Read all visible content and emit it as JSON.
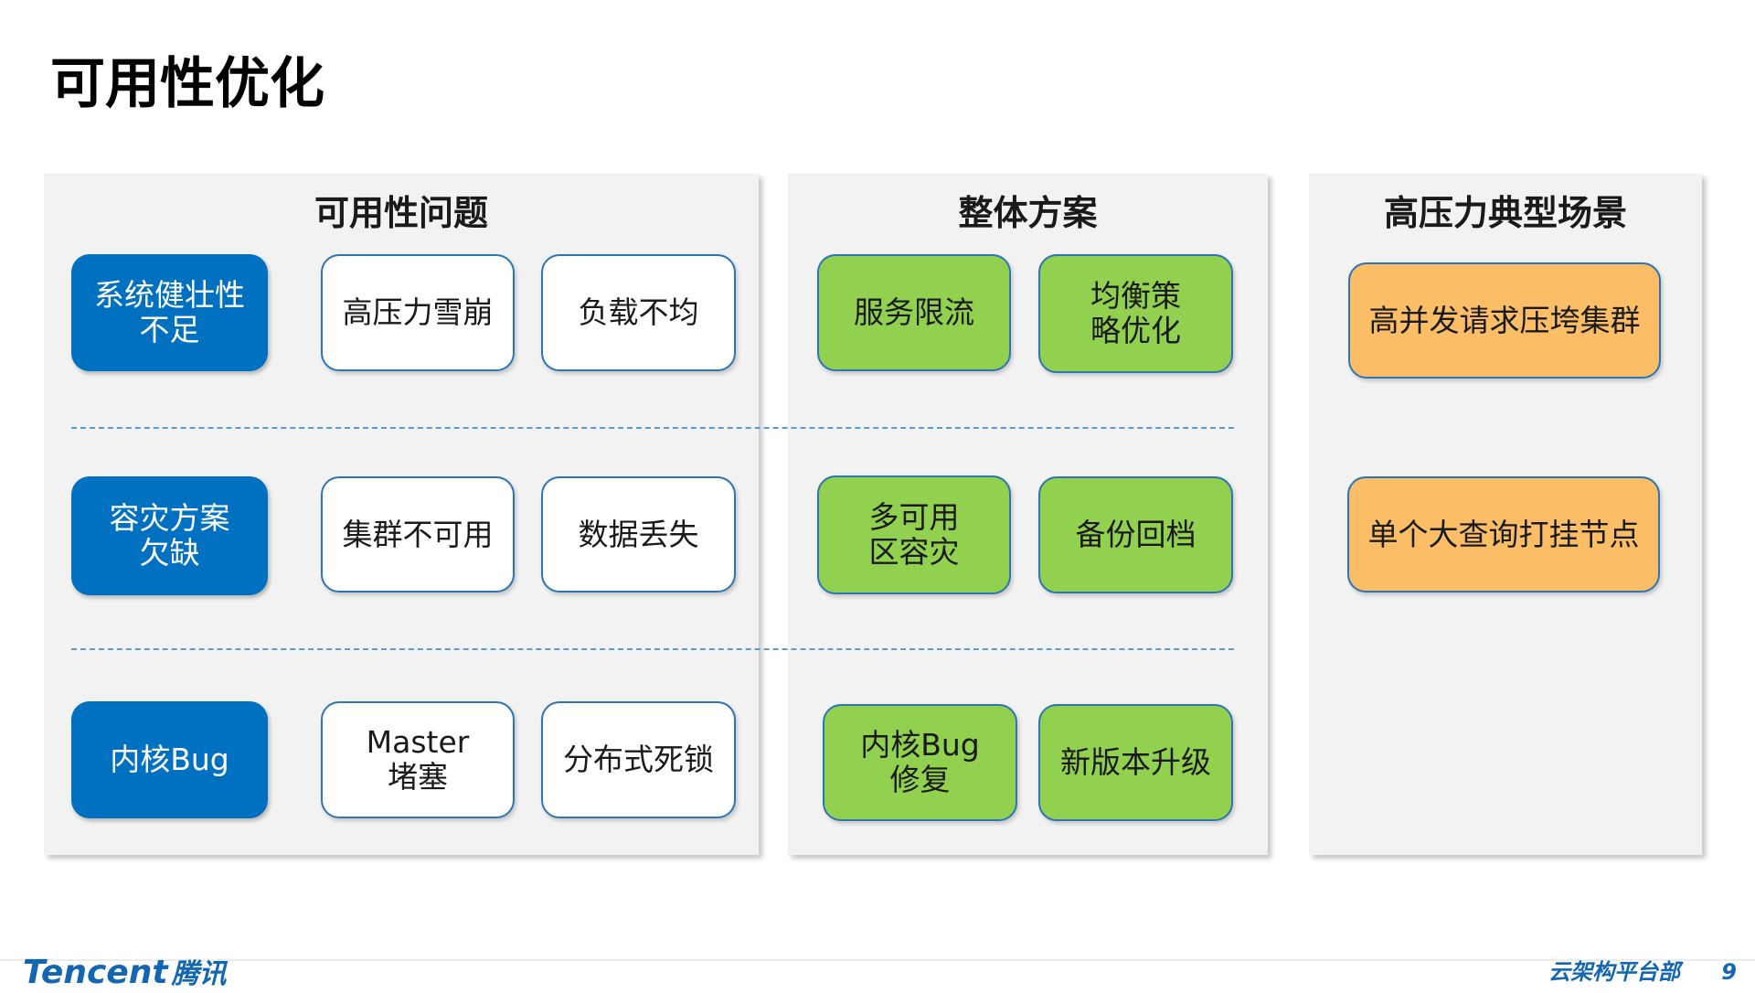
{
  "slide": {
    "title": "可用性优化"
  },
  "panels": {
    "problems": {
      "heading": "可用性问题",
      "rows": [
        {
          "category": "系统健壮性\n不足",
          "items": [
            "高压力雪崩",
            "负载不均"
          ]
        },
        {
          "category": "容灾方案\n欠缺",
          "items": [
            "集群不可用",
            "数据丢失"
          ]
        },
        {
          "category": "内核Bug",
          "items": [
            "Master\n堵塞",
            "分布式死锁"
          ]
        }
      ]
    },
    "solutions": {
      "heading": "整体方案",
      "rows": [
        {
          "items": [
            "服务限流",
            "均衡策\n略优化"
          ]
        },
        {
          "items": [
            "多可用\n区容灾",
            "备份回档"
          ]
        },
        {
          "items": [
            "内核Bug\n修复",
            "新版本升级"
          ]
        }
      ]
    },
    "scenarios": {
      "heading": "高压力典型场景",
      "items": [
        "高并发请求压垮集群",
        "单个大查询打挂节点"
      ]
    }
  },
  "footer": {
    "logo_text": "Tencent",
    "logo_cn": "腾讯",
    "department": "云架构平台部",
    "page_number": "9"
  },
  "colors": {
    "category_blue": "#0070c0",
    "solution_green": "#92d050",
    "scenario_orange": "#fbbe67",
    "box_border": "#2e75b6",
    "brand_blue": "#1366b2",
    "panel_gray": "#f2f2f2"
  },
  "icons": [
    "tencent-logo-icon"
  ]
}
